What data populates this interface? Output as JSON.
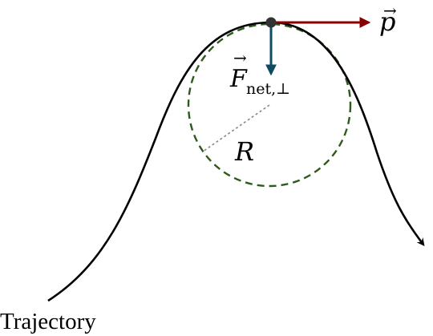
{
  "diagram": {
    "caption": "Trajectory",
    "momentum_label": {
      "arrow": "→",
      "symbol": "p"
    },
    "force_label": {
      "arrow": "→",
      "symbol": "F",
      "subscript": "net,⊥"
    },
    "radius_label": "R"
  },
  "colors": {
    "trajectory": "#000000",
    "momentum_arrow": "#8b0000",
    "force_arrow": "#0d4a63",
    "osculating_circle": "#2e5a1c",
    "radius_line": "#888888",
    "particle": "#333333"
  }
}
